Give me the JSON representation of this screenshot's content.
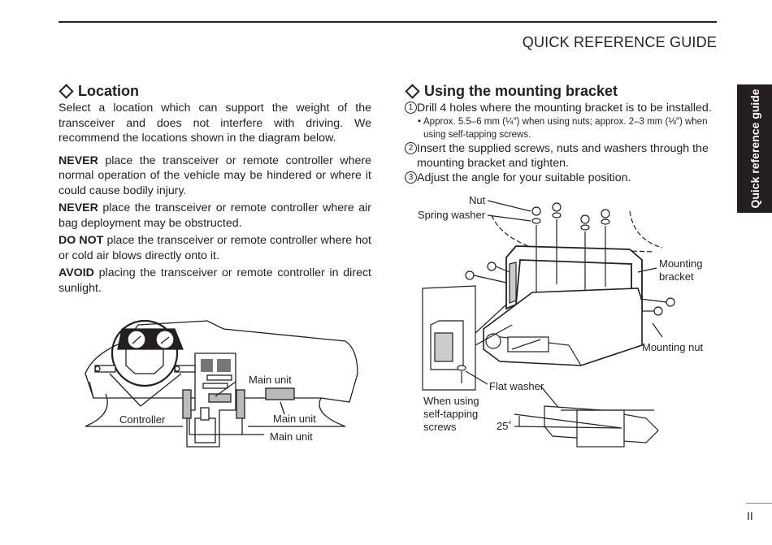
{
  "header": {
    "title": "QUICK REFERENCE GUIDE",
    "side_tab": "Quick reference guide",
    "page_number": "II"
  },
  "location": {
    "heading": "Location",
    "intro": "Select a location which can support the weight of the transceiver and does not interfere with driving. We recommend the locations shown in the diagram below.",
    "warnings": [
      {
        "keyword": "NEVER",
        "text": " place the transceiver or remote controller where normal operation of the vehicle may be hindered or where it could cause bodily injury."
      },
      {
        "keyword": "NEVER",
        "text": " place the transceiver or remote controller where air bag deployment may be obstructed."
      },
      {
        "keyword": "DO NOT",
        "text": " place the transceiver or remote controller where hot or cold air blows directly onto it."
      },
      {
        "keyword": "AVOID",
        "text": " placing the transceiver or remote controller in direct sunlight."
      }
    ],
    "diagram": {
      "labels": {
        "controller": "Controller",
        "main_unit_center": "Main unit",
        "main_unit_right": "Main unit",
        "main_unit_floor": "Main unit"
      }
    }
  },
  "mounting": {
    "heading": "Using the mounting bracket",
    "steps": [
      {
        "num": "1",
        "text": "Drill 4 holes where the mounting bracket is to be installed."
      },
      {
        "num": "2",
        "text": "Insert the supplied screws, nuts and washers through the mounting bracket and tighten."
      },
      {
        "num": "3",
        "text": "Adjust the angle for your suitable position."
      }
    ],
    "step1_note_bullet": "•",
    "step1_note": "Approx. 5.5–6 mm (¼″) when using nuts; approx. 2–3 mm (⅛″) when using self-tapping screws.",
    "diagram": {
      "labels": {
        "nut": "Nut",
        "spring_washer": "Spring washer",
        "mounting_bracket_1": "Mounting",
        "mounting_bracket_2": "bracket",
        "mounting_nut": "Mounting nut",
        "flat_washer": "Flat washer",
        "self_tap_1": "When using",
        "self_tap_2": "self-tapping",
        "self_tap_3": "screws",
        "angle": "25˚"
      }
    }
  }
}
